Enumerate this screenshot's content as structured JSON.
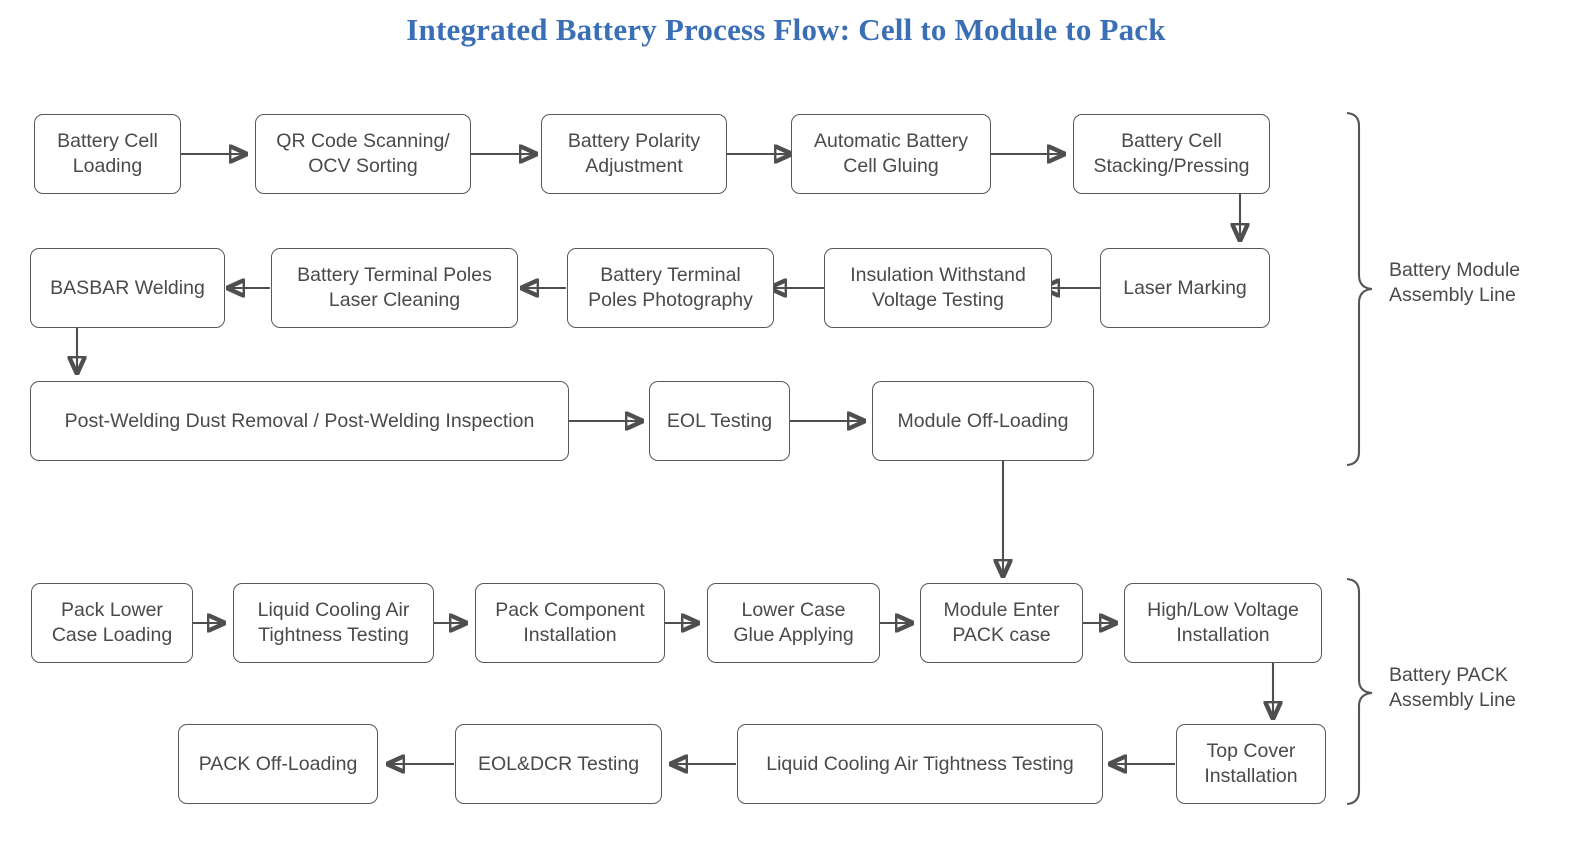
{
  "title": "Integrated Battery Process Flow: Cell to Module to Pack",
  "colors": {
    "title": "#3b6fb5",
    "node_border": "#585858",
    "node_text": "#4a4a4a",
    "connector": "#4f4f4f",
    "background": "#ffffff"
  },
  "chart_data": {
    "type": "diagram",
    "title": "Integrated Battery Process Flow: Cell to Module to Pack",
    "groups": [
      {
        "id": "module-line",
        "label": "Battery Module\nAssembly Line",
        "nodes": [
          "Battery Cell Loading",
          "QR Code Scanning/ OCV Sorting",
          "Battery Polarity Adjustment",
          "Automatic Battery Cell Gluing",
          "Battery Cell Stacking/Pressing",
          "Laser Marking",
          "Insulation Withstand Voltage Testing",
          "Battery Terminal Poles Photography",
          "Battery Terminal Poles Laser Cleaning",
          "BASBAR Welding",
          "Post-Welding Dust Removal / Post-Welding Inspection",
          "EOL Testing",
          "Module Off-Loading"
        ]
      },
      {
        "id": "pack-line",
        "label": "Battery PACK\nAssembly Line",
        "nodes": [
          "Pack Lower Case Loading",
          "Liquid Cooling Air Tightness Testing",
          "Pack Component Installation",
          "Lower Case Glue Applying",
          "Module Enter PACK case",
          "High/Low Voltage Installation",
          "Top Cover Installation",
          "Liquid Cooling Air Tightness Testing",
          "EOL&DCR Testing",
          "PACK Off-Loading"
        ]
      }
    ]
  },
  "nodes": {
    "n01": {
      "lines": [
        "Battery Cell",
        "Loading"
      ]
    },
    "n02": {
      "lines": [
        "QR Code Scanning/",
        "OCV Sorting"
      ]
    },
    "n03": {
      "lines": [
        "Battery Polarity",
        "Adjustment"
      ]
    },
    "n04": {
      "lines": [
        "Automatic Battery",
        "Cell Gluing"
      ]
    },
    "n05": {
      "lines": [
        "Battery Cell",
        "Stacking/Pressing"
      ]
    },
    "n06": {
      "lines": [
        "Laser Marking"
      ]
    },
    "n07": {
      "lines": [
        "Insulation Withstand",
        "Voltage Testing"
      ]
    },
    "n08": {
      "lines": [
        "Battery Terminal",
        "Poles Photography"
      ]
    },
    "n09": {
      "lines": [
        "Battery Terminal Poles",
        "Laser Cleaning"
      ]
    },
    "n10": {
      "lines": [
        "BASBAR Welding"
      ]
    },
    "n11": {
      "lines": [
        "Post-Welding Dust Removal / Post-Welding Inspection"
      ]
    },
    "n12": {
      "lines": [
        "EOL Testing"
      ]
    },
    "n13": {
      "lines": [
        "Module Off-Loading"
      ]
    },
    "n14": {
      "lines": [
        "Pack Lower",
        "Case Loading"
      ]
    },
    "n15": {
      "lines": [
        "Liquid Cooling Air",
        "Tightness Testing"
      ]
    },
    "n16": {
      "lines": [
        "Pack Component",
        "Installation"
      ]
    },
    "n17": {
      "lines": [
        "Lower Case",
        "Glue Applying"
      ]
    },
    "n18": {
      "lines": [
        "Module Enter",
        "PACK case"
      ]
    },
    "n19": {
      "lines": [
        "High/Low Voltage",
        "Installation"
      ]
    },
    "n20": {
      "lines": [
        "Top Cover",
        "Installation"
      ]
    },
    "n21": {
      "lines": [
        "Liquid Cooling Air Tightness Testing"
      ]
    },
    "n22": {
      "lines": [
        "EOL&DCR Testing"
      ]
    },
    "n23": {
      "lines": [
        "PACK Off-Loading"
      ]
    }
  },
  "braces": {
    "module": {
      "label": "Battery Module\nAssembly Line"
    },
    "pack": {
      "label": "Battery PACK\nAssembly Line"
    }
  }
}
